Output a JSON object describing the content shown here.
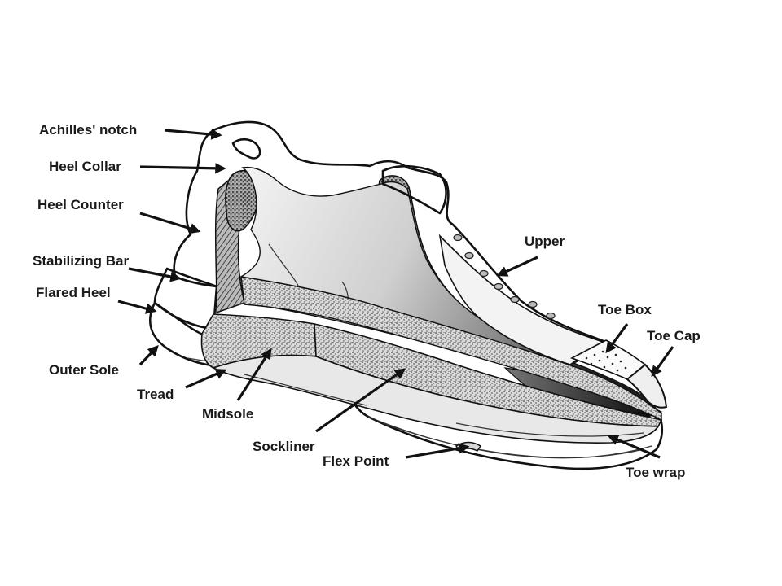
{
  "labels": {
    "achilles_notch": "Achilles' notch",
    "heel_collar": "Heel Collar",
    "heel_counter": "Heel Counter",
    "stabilizing_bar": "Stabilizing Bar",
    "flared_heel": "Flared Heel",
    "outer_sole": "Outer Sole",
    "tread": "Tread",
    "midsole": "Midsole",
    "sockliner": "Sockliner",
    "flex_point": "Flex Point",
    "upper": "Upper",
    "toe_box": "Toe Box",
    "toe_cap": "Toe Cap",
    "toe_wrap": "Toe wrap"
  }
}
